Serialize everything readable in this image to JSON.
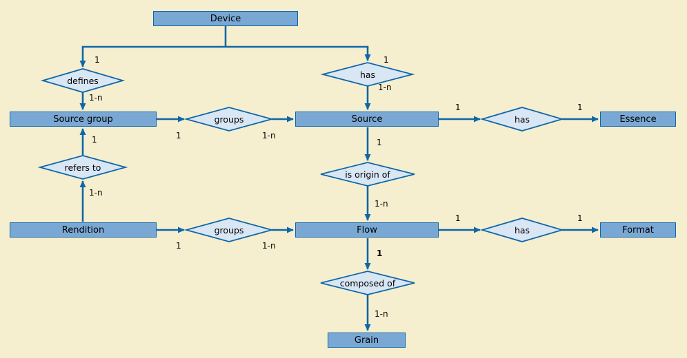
{
  "diagram": {
    "entities": {
      "device": "Device",
      "source_group": "Source group",
      "source": "Source",
      "essence": "Essence",
      "rendition": "Rendition",
      "flow": "Flow",
      "format": "Format",
      "grain": "Grain"
    },
    "relations": {
      "defines": "defines",
      "has_source": "has",
      "groups_sources": "groups",
      "has_essence": "has",
      "refers_to": "refers to",
      "is_origin_of": "is origin of",
      "groups_flows": "groups",
      "has_format": "has",
      "composed_of": "composed of"
    },
    "cardinalities": {
      "device_defines": "1",
      "defines_source_group": "1-n",
      "device_has": "1",
      "has_source": "1-n",
      "source_group_groups": "1",
      "groups_source": "1-n",
      "source_has": "1",
      "has_essence": "1",
      "source_is_origin": "1",
      "is_origin_flow": "1-n",
      "refers_to_source_group": "1",
      "rendition_refers_to": "1-n",
      "rendition_groups": "1",
      "groups_flow": "1-n",
      "flow_has": "1",
      "has_format": "1",
      "flow_composed_of": "1",
      "composed_of_grain": "1-n"
    }
  },
  "colors": {
    "background": "#f5eecf",
    "entity_fill": "#7aa8d4",
    "diamond_fill": "#d9e6f4",
    "line": "#0f67a7"
  }
}
